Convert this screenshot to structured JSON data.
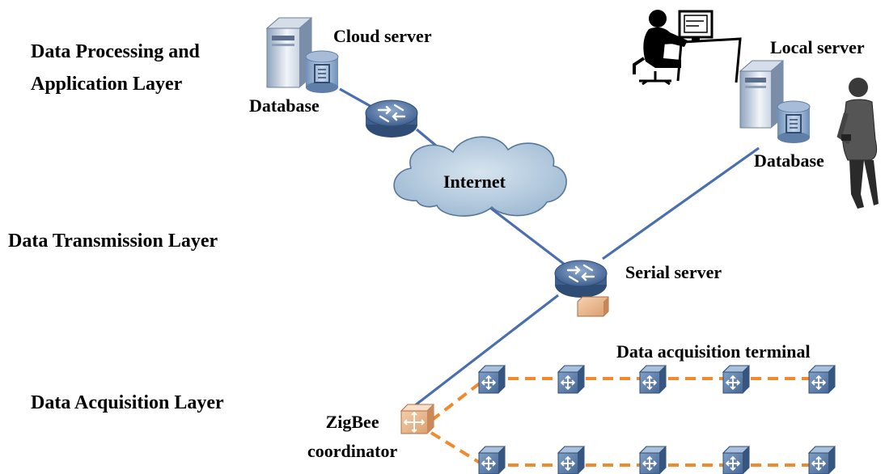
{
  "layers": {
    "processing": "Data  Processing  and\nApplication Layer",
    "transmission": "Data Transmission Layer",
    "acquisition": "Data Acquisition Layer"
  },
  "nodes": {
    "cloud_server": "Cloud server",
    "cloud_database": "Database",
    "internet": "Internet",
    "local_server": "Local server",
    "local_database": "Database",
    "serial_server": "Serial server",
    "terminal_group": "Data acquisition terminal",
    "coordinator": "ZigBee\ncoordinator"
  },
  "colors": {
    "link": "#4a6fae",
    "zigbee_link": "#f08a2c",
    "cloud_fill": "#b9cfe2",
    "device_blue": "#4d7bb0",
    "coordinator_fill": "#e8b48a"
  }
}
